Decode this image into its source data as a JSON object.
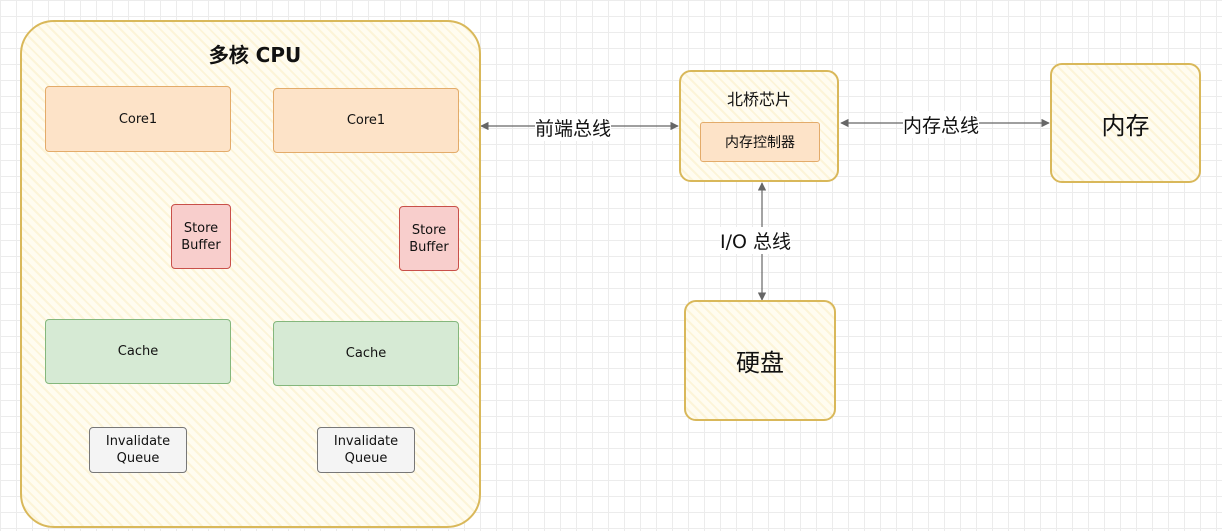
{
  "cpu": {
    "title": "多核 CPU",
    "cores": [
      {
        "core_label": "Core1",
        "store_buffer_label": "Store\nBuffer",
        "cache_label": "Cache",
        "invalidate_queue_label": "Invalidate\nQueue"
      },
      {
        "core_label": "Core1",
        "store_buffer_label": "Store\nBuffer",
        "cache_label": "Cache",
        "invalidate_queue_label": "Invalidate\nQueue"
      }
    ]
  },
  "northbridge": {
    "title": "北桥芯片",
    "controller_label": "内存控制器"
  },
  "memory": {
    "label": "内存"
  },
  "disk": {
    "label": "硬盘"
  },
  "buses": {
    "front_side": "前端总线",
    "memory": "内存总线",
    "io": "I/O 总线"
  },
  "colors": {
    "container_border": "#d9b85a",
    "core_fill": "#fde3c8",
    "store_buffer_fill": "#f8cecc",
    "cache_fill": "#d6ead4",
    "queue_fill": "#f4f4f4",
    "arrow": "#666666"
  }
}
